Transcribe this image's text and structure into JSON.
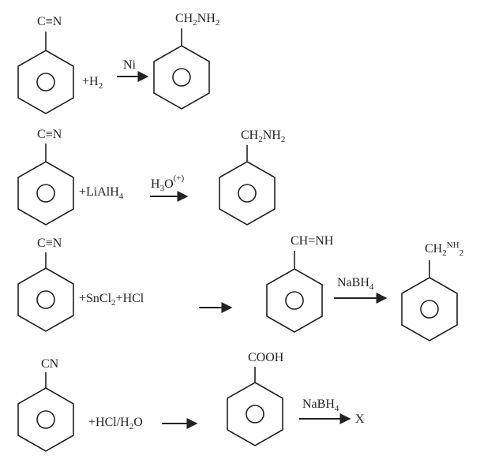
{
  "reactions": [
    {
      "reactant": {
        "group": "C≡N"
      },
      "reagent": "+H2",
      "arrow_label": "Ni",
      "product": {
        "group": "CH2NH2"
      }
    },
    {
      "reactant": {
        "group": "C≡N"
      },
      "reagent": "+LiAlH4",
      "arrow_label": "H3O(+)",
      "product": {
        "group": "CH2NH2"
      }
    },
    {
      "reactant": {
        "group": "C≡N"
      },
      "reagent": "+SnCl2+HCl",
      "arrow_label": "",
      "intermediate": {
        "group": "CH=NH"
      },
      "arrow2_label": "NaBH4",
      "product": {
        "group": "CH2NH2"
      }
    },
    {
      "reactant": {
        "group": "CN"
      },
      "reagent": "+HCl/H2O",
      "arrow_label": "",
      "intermediate": {
        "group": "COOH"
      },
      "arrow2_label": "NaBH4",
      "product": {
        "group": "X"
      }
    }
  ]
}
